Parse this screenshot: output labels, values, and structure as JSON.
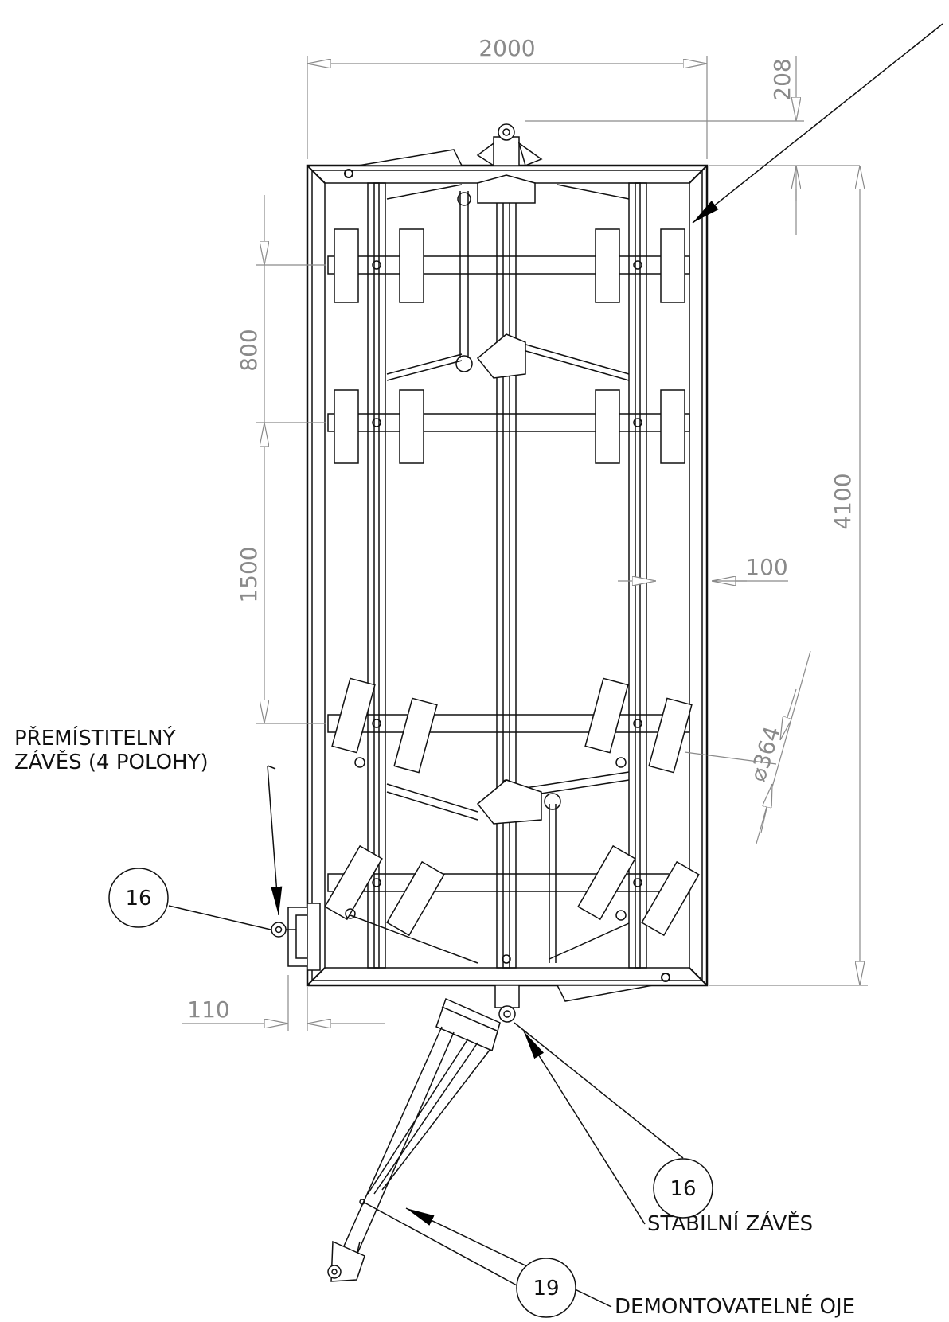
{
  "dimensions": {
    "width_top": "2000",
    "offset_top_right": "208",
    "length_right": "4100",
    "spacing_800": "800",
    "spacing_1500": "1500",
    "beam_100": "100",
    "disc_diameter": "⌀364",
    "hitch_offset_110": "110"
  },
  "labels": {
    "movable_hitch_line1": "PŘEMÍSTITELNÝ",
    "movable_hitch_line2": "ZÁVĚS (4 POLOHY)",
    "stable_hitch": "STABILNÍ ZÁVĚS",
    "removable_drawbar": "DEMONTOVATELNÉ OJE"
  },
  "balloons": {
    "left_hitch": "16",
    "rear_hitch": "16",
    "drawbar": "19"
  }
}
